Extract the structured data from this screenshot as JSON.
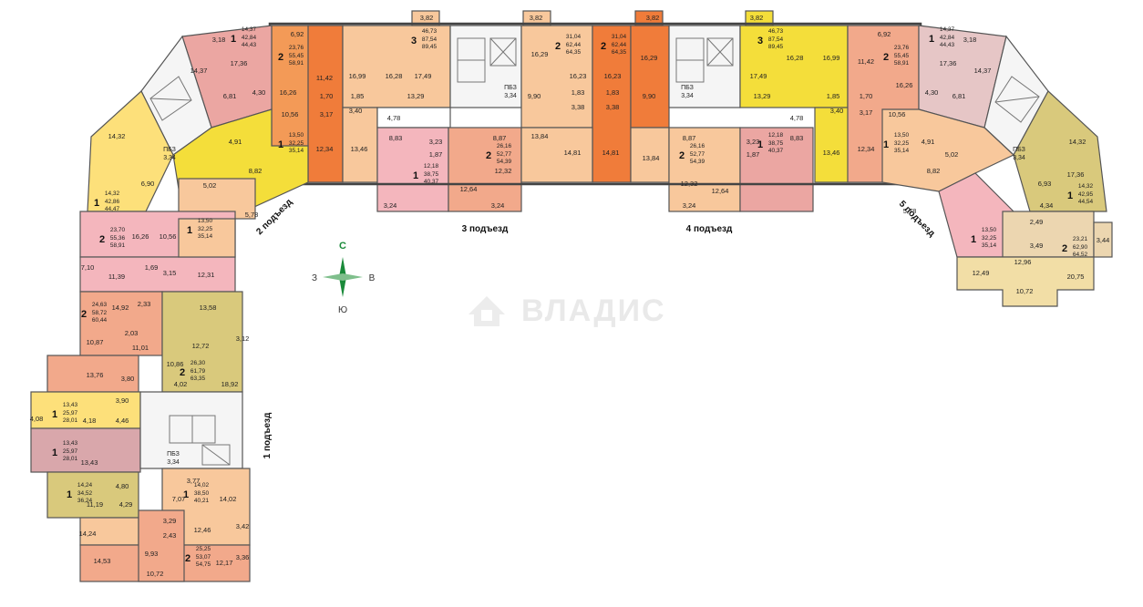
{
  "entrances": [
    {
      "id": "e1",
      "label": "1 подъезд"
    },
    {
      "id": "e2",
      "label": "2 подъезд"
    },
    {
      "id": "e3",
      "label": "3 подъезд"
    },
    {
      "id": "e4",
      "label": "4 подъезд"
    },
    {
      "id": "e5",
      "label": "5 подъезд"
    }
  ],
  "compass": {
    "north": "С",
    "south": "Ю",
    "west": "З",
    "east": "В"
  },
  "watermark": "ВЛАДИС",
  "utility": {
    "code": "ПБЗ",
    "area": "3,34"
  },
  "colors": {
    "pink": "#f4b6bd",
    "rose": "#eba6a2",
    "orange": "#f39a57",
    "deep_orange": "#f07c3a",
    "peach": "#f8c89c",
    "salmon": "#f2a98b",
    "light_yellow": "#fde07a",
    "yellow": "#f4de3a",
    "khaki": "#d9c97c",
    "beige": "#f2dea6",
    "mauve": "#d9a7ab",
    "grey_pink": "#e6c6c6",
    "tan": "#ecd6b0",
    "stair": "#f5f5f5"
  },
  "apartments": [
    {
      "id": "a1",
      "rooms": "1",
      "areas": [
        "42,84",
        "44,43"
      ],
      "total_label": "14,37",
      "color": "mauve"
    },
    {
      "id": "a2",
      "rooms": "2",
      "areas": [
        "55,45",
        "58,91"
      ],
      "total_label": "23,76",
      "color": "orange"
    },
    {
      "id": "a3",
      "rooms": "3",
      "areas": [
        "87,54",
        "89,45"
      ],
      "total_label": "46,73",
      "color": "peach"
    },
    {
      "id": "a4",
      "rooms": "2",
      "areas": [
        "62,44",
        "64,35"
      ],
      "total_label": "31,04",
      "color": "peach"
    },
    {
      "id": "a5",
      "rooms": "2",
      "areas": [
        "62,44",
        "64,35"
      ],
      "total_label": "31,04",
      "color": "deep_orange"
    },
    {
      "id": "a6",
      "rooms": "3",
      "areas": [
        "87,54",
        "89,45"
      ],
      "total_label": "46,73",
      "color": "yellow"
    },
    {
      "id": "a7",
      "rooms": "2",
      "areas": [
        "55,45",
        "58,91"
      ],
      "total_label": "23,76",
      "color": "salmon"
    },
    {
      "id": "a8",
      "rooms": "1",
      "areas": [
        "42,84",
        "44,43"
      ],
      "total_label": "14,37",
      "color": "grey_pink"
    },
    {
      "id": "a9",
      "rooms": "1",
      "areas": [
        "32,25",
        "35,14"
      ],
      "total_label": "13,50",
      "color": "yellow"
    },
    {
      "id": "a10",
      "rooms": "1",
      "areas": [
        "38,75",
        "40,37"
      ],
      "total_label": "12,18",
      "color": "pink"
    },
    {
      "id": "a11",
      "rooms": "2",
      "areas": [
        "52,77",
        "54,39"
      ],
      "total_label": "26,16",
      "color": "salmon"
    },
    {
      "id": "a12",
      "rooms": "2",
      "areas": [
        "52,77",
        "54,39"
      ],
      "total_label": "26,16",
      "color": "peach"
    },
    {
      "id": "a13",
      "rooms": "1",
      "areas": [
        "38,75",
        "40,37"
      ],
      "total_label": "12,18",
      "color": "rose"
    },
    {
      "id": "a14",
      "rooms": "1",
      "areas": [
        "32,25",
        "35,14"
      ],
      "total_label": "13,50",
      "color": "peach"
    },
    {
      "id": "a15",
      "rooms": "1",
      "areas": [
        "42,86",
        "44,47"
      ],
      "total_label": "14,32",
      "color": "light_yellow"
    },
    {
      "id": "a16",
      "rooms": "2",
      "areas": [
        "55,36",
        "58,91"
      ],
      "total_label": "23,70",
      "color": "pink"
    },
    {
      "id": "a17",
      "rooms": "1",
      "areas": [
        "32,25",
        "35,14"
      ],
      "total_label": "13,50",
      "color": "peach"
    },
    {
      "id": "a18",
      "rooms": "1",
      "areas": [
        "32,25",
        "35,14"
      ],
      "total_label": "13,50",
      "color": "pink"
    },
    {
      "id": "a19",
      "rooms": "1",
      "areas": [
        "42,95",
        "44,54"
      ],
      "total_label": "14,32",
      "color": "khaki"
    },
    {
      "id": "a20",
      "rooms": "2",
      "areas": [
        "62,90",
        "64,52"
      ],
      "total_label": "23,21",
      "color": "beige"
    },
    {
      "id": "a21",
      "rooms": "2",
      "areas": [
        "58,72",
        "60,44"
      ],
      "total_label": "24,63",
      "color": "salmon"
    },
    {
      "id": "a22",
      "rooms": "2",
      "areas": [
        "61,79",
        "63,35"
      ],
      "total_label": "26,30",
      "color": "khaki"
    },
    {
      "id": "a23",
      "rooms": "1",
      "areas": [
        "25,97",
        "28,01"
      ],
      "total_label": "13,43",
      "color": "light_yellow"
    },
    {
      "id": "a24",
      "rooms": "1",
      "areas": [
        "25,97",
        "28,01"
      ],
      "total_label": "13,43",
      "color": "mauve"
    },
    {
      "id": "a25",
      "rooms": "1",
      "areas": [
        "34,52",
        "36,24"
      ],
      "total_label": "14,24",
      "color": "khaki"
    },
    {
      "id": "a26",
      "rooms": "1",
      "areas": [
        "38,50",
        "40,21"
      ],
      "total_label": "14,02",
      "color": "peach"
    },
    {
      "id": "a27",
      "rooms": "2",
      "areas": [
        "53,07",
        "54,75"
      ],
      "total_label": "25,25",
      "color": "salmon"
    }
  ],
  "rooms": [
    {
      "id": "r1",
      "v": "14,37"
    },
    {
      "id": "r2",
      "v": "17,36"
    },
    {
      "id": "r3",
      "v": "6,81"
    },
    {
      "id": "r4",
      "v": "4,30"
    },
    {
      "id": "r5",
      "v": "3,18"
    },
    {
      "id": "r6",
      "v": "6,92"
    },
    {
      "id": "r7",
      "v": "16,26"
    },
    {
      "id": "r8",
      "v": "11,42"
    },
    {
      "id": "r9",
      "v": "10,56"
    },
    {
      "id": "r10",
      "v": "1,70"
    },
    {
      "id": "r11",
      "v": "3,17"
    },
    {
      "id": "r12",
      "v": "12,34"
    },
    {
      "id": "r13",
      "v": "16,99"
    },
    {
      "id": "r14",
      "v": "16,28"
    },
    {
      "id": "r15",
      "v": "17,49"
    },
    {
      "id": "r16",
      "v": "13,29"
    },
    {
      "id": "r17",
      "v": "1,85"
    },
    {
      "id": "r18",
      "v": "3,40"
    },
    {
      "id": "r19",
      "v": "4,78"
    },
    {
      "id": "r20",
      "v": "13,46"
    },
    {
      "id": "r21",
      "v": "3,82"
    },
    {
      "id": "r22",
      "v": "16,29"
    },
    {
      "id": "r23",
      "v": "16,23"
    },
    {
      "id": "r24",
      "v": "9,90"
    },
    {
      "id": "r25",
      "v": "1,83"
    },
    {
      "id": "r26",
      "v": "3,38"
    },
    {
      "id": "r27",
      "v": "14,81"
    },
    {
      "id": "r28",
      "v": "8,83"
    },
    {
      "id": "r29",
      "v": "3,23"
    },
    {
      "id": "r30",
      "v": "1,87"
    },
    {
      "id": "r31",
      "v": "8,87"
    },
    {
      "id": "r32",
      "v": "13,84"
    },
    {
      "id": "r33",
      "v": "12,32"
    },
    {
      "id": "r34",
      "v": "12,64"
    },
    {
      "id": "r35",
      "v": "3,24"
    },
    {
      "id": "r36",
      "v": "4,91"
    },
    {
      "id": "r37",
      "v": "5,02"
    },
    {
      "id": "r38",
      "v": "8,82"
    },
    {
      "id": "r39",
      "v": "5,78"
    },
    {
      "id": "r40",
      "v": "6,90"
    },
    {
      "id": "r41",
      "v": "14,32"
    },
    {
      "id": "r42",
      "v": "16,26"
    },
    {
      "id": "r43",
      "v": "10,56"
    },
    {
      "id": "r44",
      "v": "7,10"
    },
    {
      "id": "r45",
      "v": "11,39"
    },
    {
      "id": "r46",
      "v": "1,69"
    },
    {
      "id": "r47",
      "v": "3,15"
    },
    {
      "id": "r48",
      "v": "12,31"
    },
    {
      "id": "r49",
      "v": "6,93"
    },
    {
      "id": "r50",
      "v": "4,34"
    },
    {
      "id": "r51",
      "v": "2,49"
    },
    {
      "id": "r52",
      "v": "3,49"
    },
    {
      "id": "r53",
      "v": "3,44"
    },
    {
      "id": "r54",
      "v": "12,49"
    },
    {
      "id": "r55",
      "v": "12,96"
    },
    {
      "id": "r56",
      "v": "20,75"
    },
    {
      "id": "r57",
      "v": "10,72"
    },
    {
      "id": "r58",
      "v": "14,92"
    },
    {
      "id": "r59",
      "v": "2,33"
    },
    {
      "id": "r60",
      "v": "13,58"
    },
    {
      "id": "r61",
      "v": "10,87"
    },
    {
      "id": "r62",
      "v": "2,03"
    },
    {
      "id": "r63",
      "v": "11,01"
    },
    {
      "id": "r64",
      "v": "12,72"
    },
    {
      "id": "r65",
      "v": "3,12"
    },
    {
      "id": "r66",
      "v": "13,76"
    },
    {
      "id": "r67",
      "v": "3,80"
    },
    {
      "id": "r68",
      "v": "10,86"
    },
    {
      "id": "r69",
      "v": "4,02"
    },
    {
      "id": "r70",
      "v": "18,92"
    },
    {
      "id": "r71",
      "v": "3,90"
    },
    {
      "id": "r72",
      "v": "4,08"
    },
    {
      "id": "r73",
      "v": "4,18"
    },
    {
      "id": "r74",
      "v": "4,46"
    },
    {
      "id": "r75",
      "v": "4,80"
    },
    {
      "id": "r76",
      "v": "11,19"
    },
    {
      "id": "r77",
      "v": "4,29"
    },
    {
      "id": "r78",
      "v": "3,77"
    },
    {
      "id": "r79",
      "v": "7,07"
    },
    {
      "id": "r80",
      "v": "3,29"
    },
    {
      "id": "r81",
      "v": "2,43"
    },
    {
      "id": "r82",
      "v": "12,46"
    },
    {
      "id": "r83",
      "v": "3,42"
    },
    {
      "id": "r84",
      "v": "9,93"
    },
    {
      "id": "r85",
      "v": "12,17"
    },
    {
      "id": "r86",
      "v": "3,36"
    },
    {
      "id": "r87",
      "v": "14,53"
    },
    {
      "id": "r88",
      "v": "10,72"
    },
    {
      "id": "r89",
      "v": "14,24"
    },
    {
      "id": "r90",
      "v": "13,43"
    },
    {
      "id": "r91",
      "v": "14,02"
    }
  ]
}
